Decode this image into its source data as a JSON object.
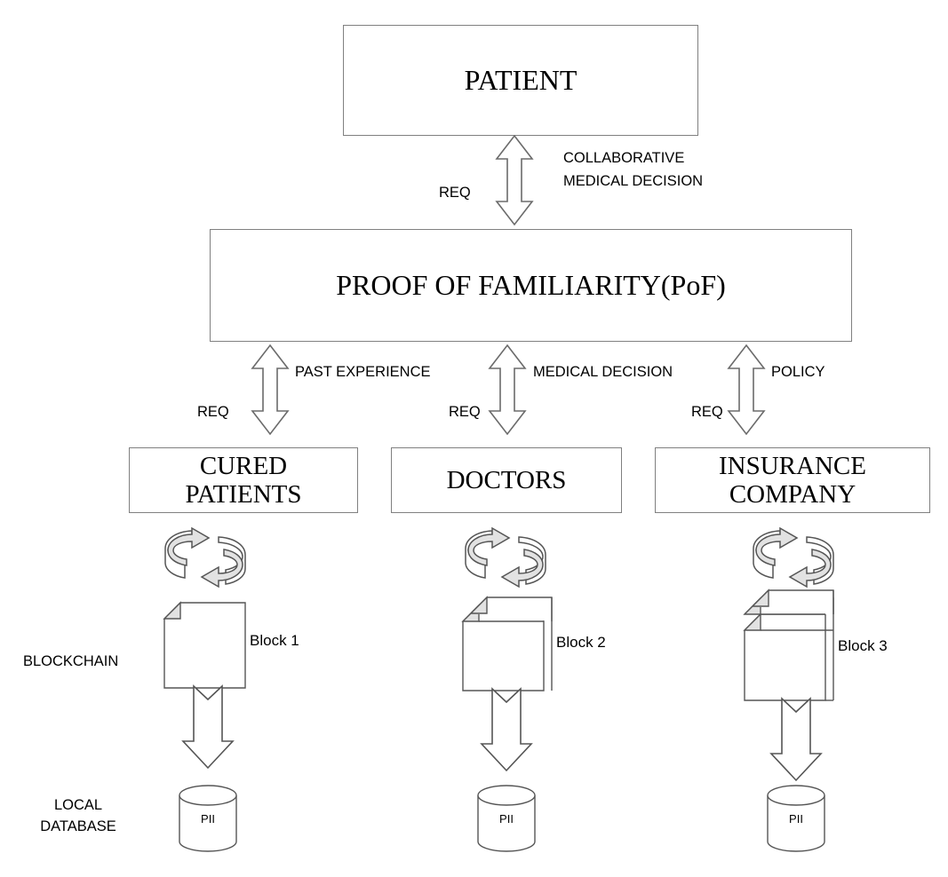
{
  "diagram": {
    "title_nodes": {
      "patient": "PATIENT",
      "pof": "PROOF OF FAMILIARITY(PoF)"
    },
    "entities": [
      {
        "id": "cured",
        "label": "CURED\nPATIENTS"
      },
      {
        "id": "doctors",
        "label": "DOCTORS"
      },
      {
        "id": "insurer",
        "label": "INSURANCE\nCOMPANY"
      }
    ],
    "connectors": [
      {
        "id": "patient-pof",
        "left_label": "REQ",
        "right_label": "COLLABORATIVE\nMEDICAL DECISION"
      },
      {
        "id": "pof-cured",
        "left_label": "REQ",
        "right_label": "PAST EXPERIENCE"
      },
      {
        "id": "pof-doctors",
        "left_label": "REQ",
        "right_label": "MEDICAL DECISION"
      },
      {
        "id": "pof-insurer",
        "left_label": "REQ",
        "right_label": "POLICY"
      }
    ],
    "row_labels": {
      "blockchain": "BLOCKCHAIN",
      "local_database": "LOCAL\nDATABASE"
    },
    "blocks": [
      {
        "id": "block1",
        "label": "Block 1",
        "layers": 1
      },
      {
        "id": "block2",
        "label": "Block 2",
        "layers": 2
      },
      {
        "id": "block3",
        "label": "Block 3",
        "layers": 3
      }
    ],
    "databases": [
      {
        "id": "db1",
        "label": "PII"
      },
      {
        "id": "db2",
        "label": "PII"
      },
      {
        "id": "db3",
        "label": "PII"
      }
    ],
    "icons": {
      "cycle": "cycle-arrows-icon",
      "block": "document-stack-icon",
      "database": "database-cylinder-icon",
      "arrow_double": "double-headed-arrow-icon",
      "arrow_down": "down-block-arrow-icon"
    },
    "colors": {
      "stroke": "#404040",
      "box_border": "#808080",
      "icon_fill": "#e2e2e2",
      "background": "#ffffff"
    }
  }
}
